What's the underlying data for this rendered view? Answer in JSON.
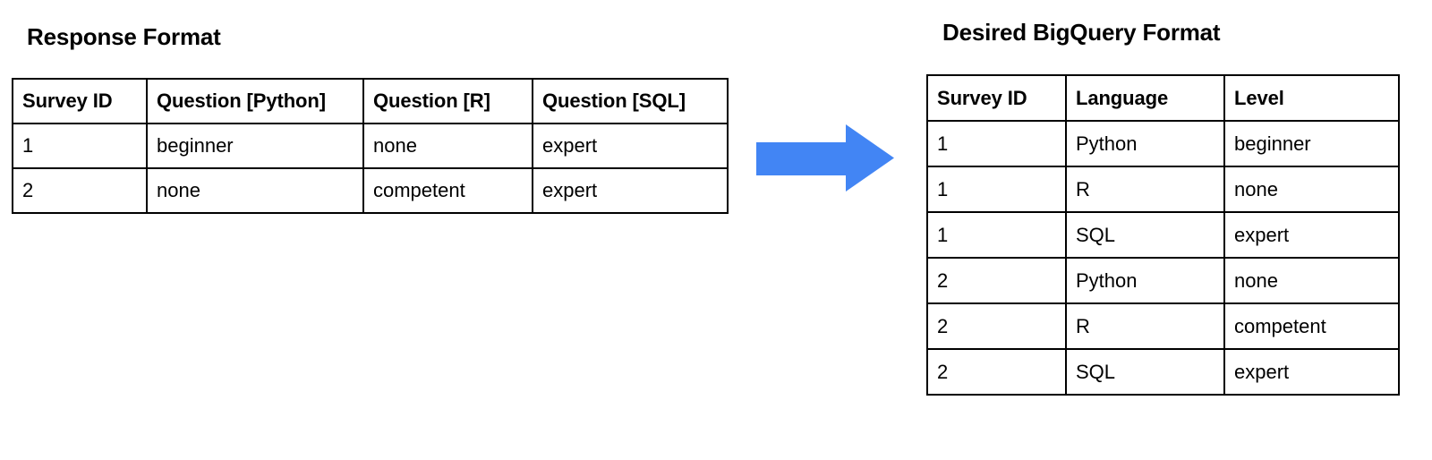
{
  "colors": {
    "background": "#ffffff",
    "text": "#000000",
    "border": "#000000",
    "arrow": "#4285f4"
  },
  "left_panel": {
    "title": "Response Format",
    "table": {
      "columns": [
        "Survey ID",
        "Question [Python]",
        "Question [R]",
        "Question [SQL]"
      ],
      "rows": [
        [
          "1",
          "beginner",
          "none",
          "expert"
        ],
        [
          "2",
          "none",
          "competent",
          "expert"
        ]
      ]
    }
  },
  "arrow": {
    "icon": "right-arrow-icon",
    "direction": "right",
    "color": "#4285f4"
  },
  "right_panel": {
    "title": "Desired BigQuery Format",
    "table": {
      "columns": [
        "Survey ID",
        "Language",
        "Level"
      ],
      "rows": [
        [
          "1",
          "Python",
          "beginner"
        ],
        [
          "1",
          "R",
          "none"
        ],
        [
          "1",
          "SQL",
          "expert"
        ],
        [
          "2",
          "Python",
          "none"
        ],
        [
          "2",
          "R",
          "competent"
        ],
        [
          "2",
          "SQL",
          "expert"
        ]
      ]
    }
  }
}
